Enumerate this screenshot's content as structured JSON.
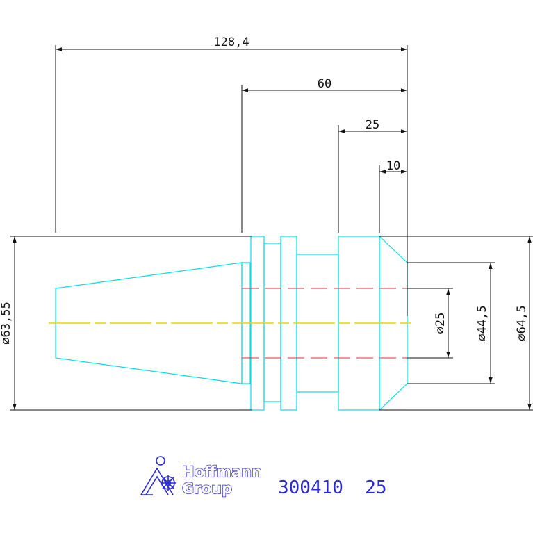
{
  "drawing": {
    "dimensions": {
      "overall_length": "128,4",
      "taper_length": "60",
      "flange_length": "25",
      "chamfer_length": "10",
      "taper_diameter": "⌀63,55",
      "bore_diameter": "⌀25",
      "nose_diameter": "⌀44,5",
      "flange_diameter": "⌀64,5"
    },
    "brand": {
      "line1": "Hoffmann",
      "line2": "Group"
    },
    "part_number": "300410  25",
    "colors": {
      "outline": "#00e0e8",
      "dimension": "#111111",
      "centerline": "#e8d800",
      "hidden_line": "#e03030",
      "label": "#2a2ad8"
    }
  }
}
